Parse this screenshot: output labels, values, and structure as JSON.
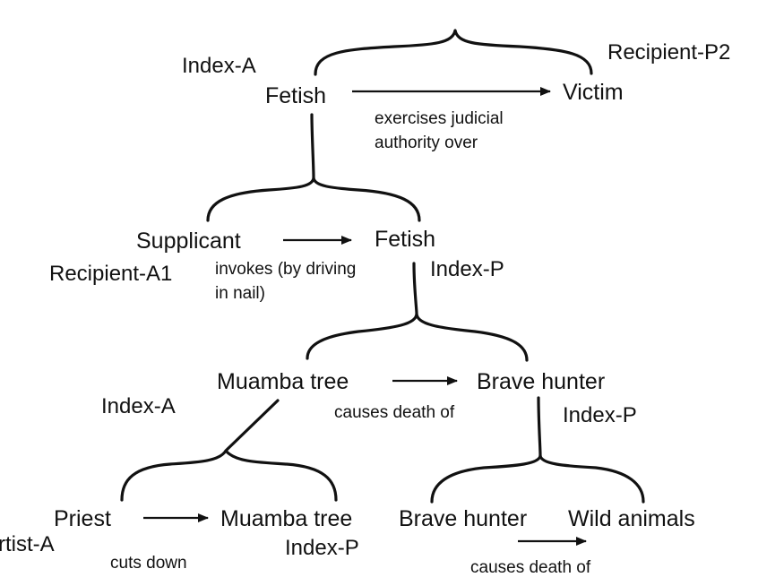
{
  "diagram": {
    "level1": {
      "left_role": "Index-A",
      "right_role": "Recipient-P2",
      "agent": "Fetish",
      "patient": "Victim",
      "relation": [
        "exercises judicial",
        "authority over"
      ]
    },
    "level2": {
      "agent": "Supplicant",
      "patient": "Fetish",
      "left_role": "Recipient-A1",
      "right_role": "Index-P",
      "relation": [
        "invokes (by driving",
        "in nail)"
      ]
    },
    "level3": {
      "agent": "Muamba tree",
      "patient": "Brave hunter",
      "left_role": "Index-A",
      "right_role": "Index-P",
      "relation": "causes death of"
    },
    "level4_left": {
      "agent": "Priest",
      "patient": "Muamba tree",
      "left_role": "rtist-A",
      "right_role": "Index-P",
      "relation": "cuts down"
    },
    "level4_right": {
      "agent": "Brave hunter",
      "patient": "Wild animals",
      "relation": "causes death of"
    }
  }
}
